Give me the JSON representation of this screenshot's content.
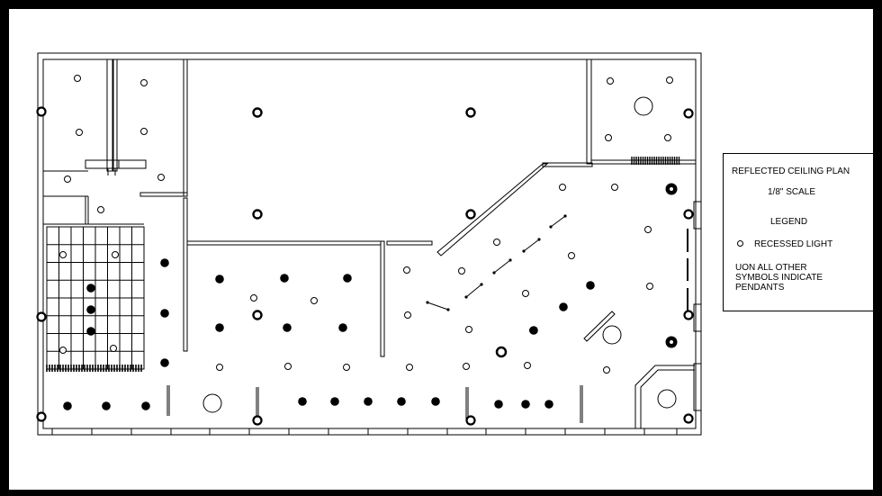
{
  "legend": {
    "title": "REFLECTED CEILING PLAN",
    "scale": "1/8\" SCALE",
    "heading": "LEGEND",
    "recessed_label": "RECESSED LIGHT",
    "note": "UON ALL OTHER SYMBOLS INDICATE PENDANTS"
  },
  "colors": {
    "background": "#000000",
    "sheet": "#ffffff",
    "ink": "#000000"
  }
}
